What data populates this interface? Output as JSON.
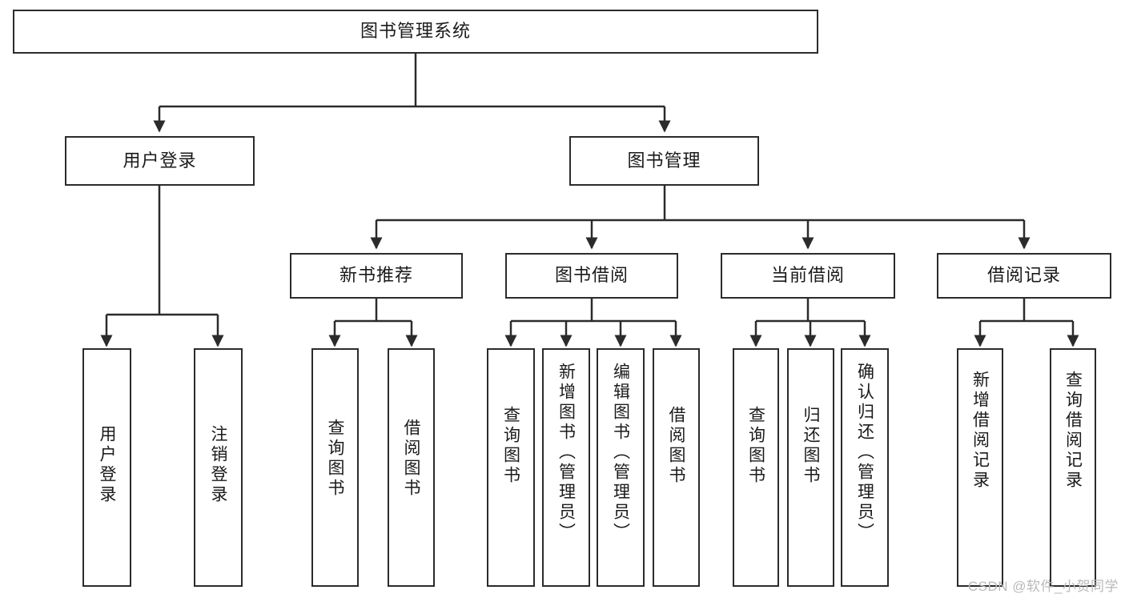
{
  "diagram": {
    "type": "tree-hierarchy",
    "title": "图书管理系统",
    "watermark": "CSDN @软件_小贺同学",
    "colors": {
      "box_border": "#2b2b2b",
      "box_fill": "#ffffff",
      "edge": "#2b2b2b",
      "text": "#1a1a1a",
      "watermark": "#b9b9b9"
    },
    "nodes": {
      "root": {
        "label": "图书管理系统",
        "level": 0
      },
      "user_login": {
        "label": "用户登录",
        "level": 1
      },
      "book_manage": {
        "label": "图书管理",
        "level": 1
      },
      "new_book_rec": {
        "label": "新书推荐",
        "level": 2
      },
      "book_borrow": {
        "label": "图书借阅",
        "level": 2
      },
      "current_borrow": {
        "label": "当前借阅",
        "level": 2
      },
      "borrow_record": {
        "label": "借阅记录",
        "level": 2
      },
      "leaf_user_login": {
        "label": "用户登录",
        "level": 2
      },
      "leaf_logout_login": {
        "label": "注销登录",
        "level": 2
      },
      "leaf_query_book_1": {
        "label": "查询图书",
        "level": 3
      },
      "leaf_borrow_book_1": {
        "label": "借阅图书",
        "level": 3
      },
      "leaf_query_book_2": {
        "label": "查询图书",
        "level": 3
      },
      "leaf_add_book": {
        "label": "新增图书（管理员）",
        "level": 3
      },
      "leaf_edit_book": {
        "label": "编辑图书（管理员）",
        "level": 3
      },
      "leaf_borrow_book_2": {
        "label": "借阅图书",
        "level": 3
      },
      "leaf_query_book_3": {
        "label": "查询图书",
        "level": 3
      },
      "leaf_return_book": {
        "label": "归还图书",
        "level": 3
      },
      "leaf_confirm_return": {
        "label": "确认归还（管理员）",
        "level": 3
      },
      "leaf_add_record": {
        "label": "新增借阅记录",
        "level": 3
      },
      "leaf_query_record": {
        "label": "查询借阅记录",
        "level": 3
      }
    },
    "edges": [
      {
        "from": "root",
        "to": "user_login"
      },
      {
        "from": "root",
        "to": "book_manage"
      },
      {
        "from": "user_login",
        "to": "leaf_user_login"
      },
      {
        "from": "user_login",
        "to": "leaf_logout_login"
      },
      {
        "from": "book_manage",
        "to": "new_book_rec"
      },
      {
        "from": "book_manage",
        "to": "book_borrow"
      },
      {
        "from": "book_manage",
        "to": "current_borrow"
      },
      {
        "from": "book_manage",
        "to": "borrow_record"
      },
      {
        "from": "new_book_rec",
        "to": "leaf_query_book_1"
      },
      {
        "from": "new_book_rec",
        "to": "leaf_borrow_book_1"
      },
      {
        "from": "book_borrow",
        "to": "leaf_query_book_2"
      },
      {
        "from": "book_borrow",
        "to": "leaf_add_book"
      },
      {
        "from": "book_borrow",
        "to": "leaf_edit_book"
      },
      {
        "from": "book_borrow",
        "to": "leaf_borrow_book_2"
      },
      {
        "from": "current_borrow",
        "to": "leaf_query_book_3"
      },
      {
        "from": "current_borrow",
        "to": "leaf_return_book"
      },
      {
        "from": "current_borrow",
        "to": "leaf_confirm_return"
      },
      {
        "from": "borrow_record",
        "to": "leaf_add_record"
      },
      {
        "from": "borrow_record",
        "to": "leaf_query_record"
      }
    ]
  }
}
